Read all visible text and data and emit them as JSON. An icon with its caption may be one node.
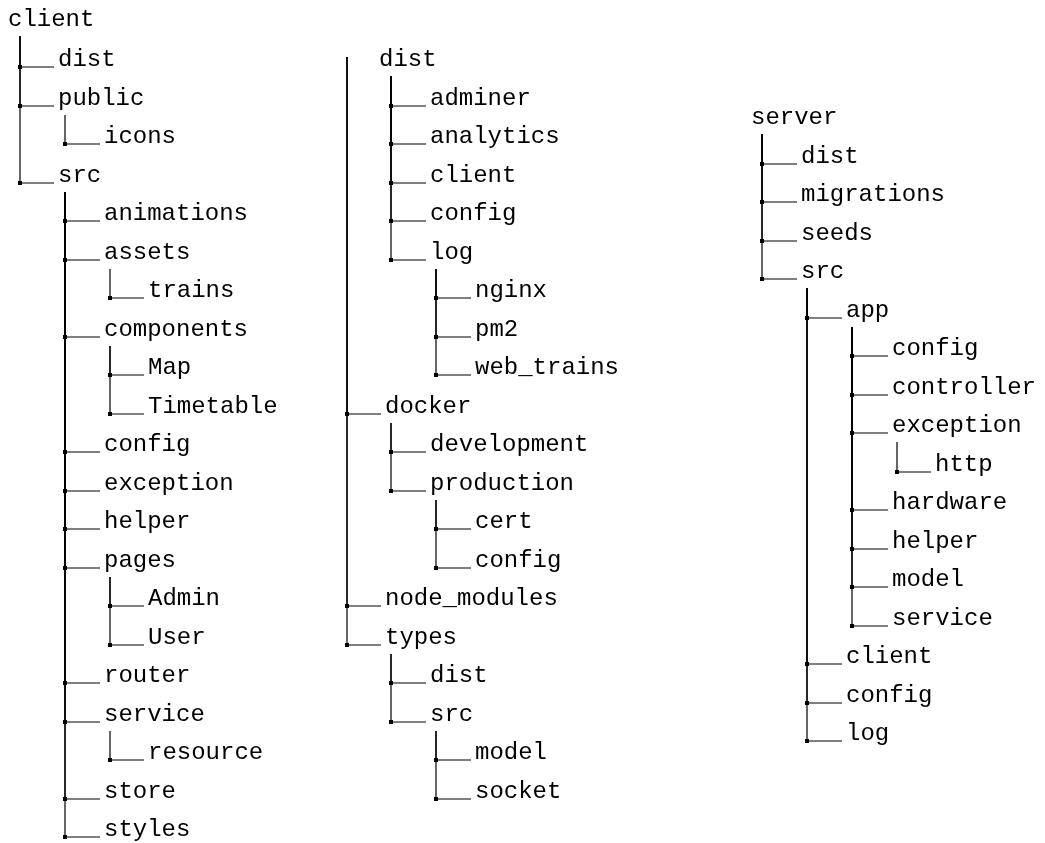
{
  "diagram": {
    "nodes": [
      {
        "text": [
          "client"
        ]
      },
      {
        "text": [
          "dist"
        ]
      },
      {
        "text": [
          "public"
        ]
      },
      {
        "text": [
          "icons"
        ]
      },
      {
        "text": [
          "src"
        ]
      },
      {
        "text": [
          "animations"
        ]
      },
      {
        "text": [
          "assets"
        ]
      },
      {
        "text": [
          "trains"
        ]
      },
      {
        "text": [
          "components"
        ]
      },
      {
        "text": [
          "Map"
        ]
      },
      {
        "text": [
          "Timetable"
        ]
      },
      {
        "text": [
          "config"
        ]
      },
      {
        "text": [
          "exception"
        ]
      },
      {
        "text": [
          "helper"
        ]
      },
      {
        "text": [
          "pages"
        ]
      },
      {
        "text": [
          "Admin"
        ]
      },
      {
        "text": [
          "User"
        ]
      },
      {
        "text": [
          "router"
        ]
      },
      {
        "text": [
          "service"
        ]
      },
      {
        "text": [
          "resource"
        ]
      },
      {
        "text": [
          "store"
        ]
      },
      {
        "text": [
          "styles"
        ]
      },
      {
        "text": [
          "dist"
        ]
      },
      {
        "text": [
          "adminer"
        ]
      },
      {
        "text": [
          "analytics"
        ]
      },
      {
        "text": [
          "client"
        ]
      },
      {
        "text": [
          "config"
        ]
      },
      {
        "text": [
          "log"
        ]
      },
      {
        "text": [
          "nginx"
        ]
      },
      {
        "text": [
          "pm2"
        ]
      },
      {
        "text": [
          "web_trains"
        ]
      },
      {
        "text": [
          "docker"
        ]
      },
      {
        "text": [
          "development"
        ]
      },
      {
        "text": [
          "production"
        ]
      },
      {
        "text": [
          "cert"
        ]
      },
      {
        "text": [
          "config"
        ]
      },
      {
        "text": [
          "node_modules"
        ]
      },
      {
        "text": [
          "types"
        ]
      },
      {
        "text": [
          "dist"
        ]
      },
      {
        "text": [
          "src"
        ]
      },
      {
        "text": [
          "model"
        ]
      },
      {
        "text": [
          "socket"
        ]
      },
      {
        "text": [
          "server"
        ]
      },
      {
        "text": [
          "dist"
        ]
      },
      {
        "text": [
          "migrations"
        ]
      },
      {
        "text": [
          "seeds"
        ]
      },
      {
        "text": [
          "src"
        ]
      },
      {
        "text": [
          "app"
        ]
      },
      {
        "text": [
          "config"
        ]
      },
      {
        "text": [
          "controller"
        ]
      },
      {
        "text": [
          "exception"
        ]
      },
      {
        "text": [
          "http"
        ]
      },
      {
        "text": [
          "hardware"
        ]
      },
      {
        "text": [
          "helper"
        ]
      },
      {
        "text": [
          "model"
        ]
      },
      {
        "text": [
          "service"
        ]
      },
      {
        "text": [
          "client"
        ]
      },
      {
        "text": [
          "config"
        ]
      },
      {
        "text": [
          "log"
        ]
      }
    ],
    "edges": [
      {
        "from": 0,
        "to": 1,
        "arrow": "none"
      },
      {
        "from": 0,
        "to": 2,
        "arrow": "none"
      },
      {
        "from": 2,
        "to": 3,
        "arrow": "none"
      },
      {
        "from": 0,
        "to": 4,
        "arrow": "none"
      },
      {
        "from": 4,
        "to": 5,
        "arrow": "none"
      },
      {
        "from": 4,
        "to": 6,
        "arrow": "none"
      },
      {
        "from": 6,
        "to": 7,
        "arrow": "none"
      },
      {
        "from": 4,
        "to": 8,
        "arrow": "none"
      },
      {
        "from": 8,
        "to": 9,
        "arrow": "none"
      },
      {
        "from": 8,
        "to": 10,
        "arrow": "none"
      },
      {
        "from": 4,
        "to": 11,
        "arrow": "none"
      },
      {
        "from": 4,
        "to": 12,
        "arrow": "none"
      },
      {
        "from": 4,
        "to": 13,
        "arrow": "none"
      },
      {
        "from": 4,
        "to": 14,
        "arrow": "none"
      },
      {
        "from": 14,
        "to": 15,
        "arrow": "none"
      },
      {
        "from": 14,
        "to": 16,
        "arrow": "none"
      },
      {
        "from": 4,
        "to": 17,
        "arrow": "none"
      },
      {
        "from": 4,
        "to": 18,
        "arrow": "none"
      },
      {
        "from": 18,
        "to": 19,
        "arrow": "none"
      },
      {
        "from": 4,
        "to": 20,
        "arrow": "none"
      },
      {
        "from": 4,
        "to": 21,
        "arrow": "none"
      },
      {
        "from": 22,
        "to": 23,
        "arrow": "none"
      },
      {
        "from": 22,
        "to": 24,
        "arrow": "none"
      },
      {
        "from": 22,
        "to": 25,
        "arrow": "none"
      },
      {
        "from": 22,
        "to": 26,
        "arrow": "none"
      },
      {
        "from": 22,
        "to": 27,
        "arrow": "none"
      },
      {
        "from": 27,
        "to": 28,
        "arrow": "none"
      },
      {
        "from": 27,
        "to": 29,
        "arrow": "none"
      },
      {
        "from": 27,
        "to": 30,
        "arrow": "none"
      },
      {
        "from": null,
        "to": 31,
        "arrow": "none"
      },
      {
        "from": 31,
        "to": 32,
        "arrow": "none"
      },
      {
        "from": 31,
        "to": 33,
        "arrow": "none"
      },
      {
        "from": 33,
        "to": 34,
        "arrow": "none"
      },
      {
        "from": 33,
        "to": 35,
        "arrow": "none"
      },
      {
        "from": null,
        "to": 36,
        "arrow": "none"
      },
      {
        "from": null,
        "to": 37,
        "arrow": "none"
      },
      {
        "from": 37,
        "to": 38,
        "arrow": "none"
      },
      {
        "from": 37,
        "to": 39,
        "arrow": "none"
      },
      {
        "from": 39,
        "to": 40,
        "arrow": "none"
      },
      {
        "from": 39,
        "to": 41,
        "arrow": "none"
      },
      {
        "from": 42,
        "to": 43,
        "arrow": "none"
      },
      {
        "from": 42,
        "to": 44,
        "arrow": "none"
      },
      {
        "from": 42,
        "to": 45,
        "arrow": "none"
      },
      {
        "from": 42,
        "to": 46,
        "arrow": "none"
      },
      {
        "from": 46,
        "to": 47,
        "arrow": "none"
      },
      {
        "from": 47,
        "to": 48,
        "arrow": "none"
      },
      {
        "from": 47,
        "to": 49,
        "arrow": "none"
      },
      {
        "from": 47,
        "to": 50,
        "arrow": "none"
      },
      {
        "from": 50,
        "to": 51,
        "arrow": "none"
      },
      {
        "from": 47,
        "to": 52,
        "arrow": "none"
      },
      {
        "from": 47,
        "to": 53,
        "arrow": "none"
      },
      {
        "from": 47,
        "to": 54,
        "arrow": "none"
      },
      {
        "from": 47,
        "to": 55,
        "arrow": "none"
      },
      {
        "from": 46,
        "to": 56,
        "arrow": "none"
      },
      {
        "from": 46,
        "to": 57,
        "arrow": "none"
      },
      {
        "from": 46,
        "to": 58,
        "arrow": "none"
      }
    ]
  }
}
